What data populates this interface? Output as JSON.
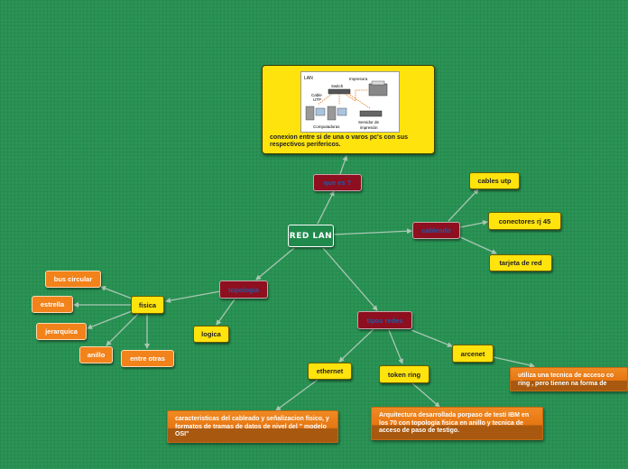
{
  "central": {
    "label": "RED LAN"
  },
  "branches": {
    "que_es": "que es ?",
    "cableado": "cableado",
    "topologia": "topologia",
    "tipos_redes": "tipos  redes"
  },
  "cableado_items": [
    "cables utp",
    "conectores rj 45",
    "tarjeta de red"
  ],
  "topologia_items": {
    "fisica": "fisica",
    "logica": "logica"
  },
  "fisica_items": [
    "bus circular",
    "estrella",
    "jerarquica",
    "anillo",
    "entre otras"
  ],
  "tipos_items": {
    "ethernet": "ethernet",
    "token_ring": "token ring",
    "arcenet": "arcenet"
  },
  "notes": {
    "ethernet": "caracteristicas del cableado y señalizacion fisico, y formatos de tramas de datos de nivel del \" modelo OSI\"",
    "token_ring": "Arquitectura desarrollada porpaso de testi IBM en los 70 con topologia fisica en anillo y tecnica de acceso de paso de testigo.",
    "arcenet": "utiliza una tecnica de acceso co ring , pero tienen na forma  de"
  },
  "lan_image": {
    "caption": "conexion entre si de una o varos pc's con sus respectivos perifericos.",
    "labels": {
      "lan": "LAN",
      "impresora": "Impresora",
      "switch": "Switch",
      "cable": "Cable",
      "utp": "UTP",
      "computadoras": "Computadoras",
      "servidor": "Servidor de",
      "impresion": "impresión"
    }
  },
  "colors": {
    "background": "#2a9455",
    "main_node": "#8e0f1f",
    "main_text": "#2b57a0",
    "yellow_node": "#ffe30d",
    "orange_node": "#f2821a",
    "connector": "#a9c7b3"
  }
}
